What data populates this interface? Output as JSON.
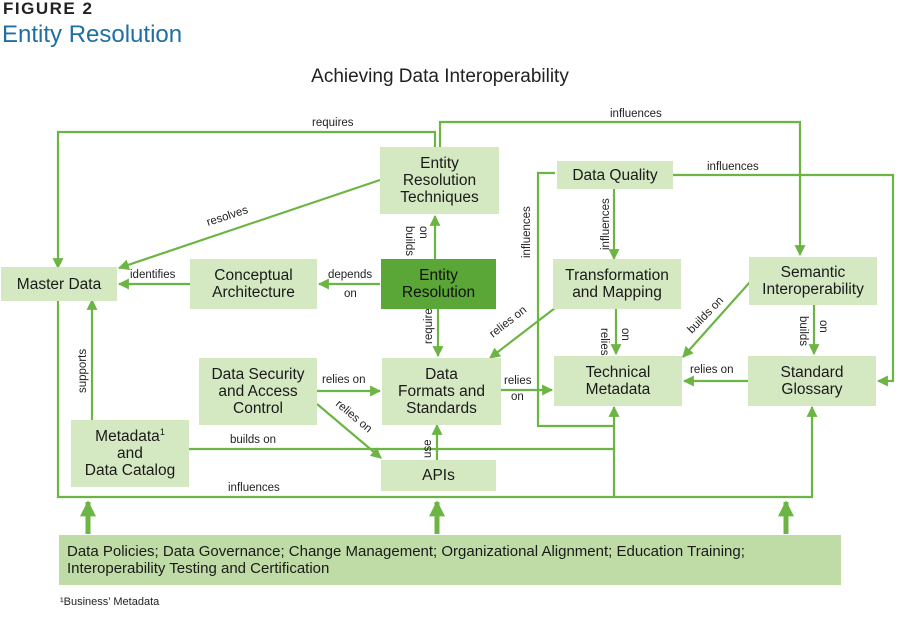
{
  "figure_label": "FIGURE 2",
  "figure_title": "Entity Resolution",
  "diagram_title": "Achieving Data Interoperability",
  "nodes": {
    "master_data": "Master Data",
    "conceptual_architecture": "Conceptual\nArchitecture",
    "entity_resolution": "Entity\nResolution",
    "entity_resolution_techniques": "Entity\nResolution\nTechniques",
    "data_quality": "Data Quality",
    "transformation_mapping": "Transformation\nand Mapping",
    "semantic_interoperability": "Semantic\nInteroperability",
    "data_security": "Data Security\nand Access\nControl",
    "data_formats": "Data\nFormats and\nStandards",
    "technical_metadata": "Technical\nMetadata",
    "standard_glossary": "Standard\nGlossary",
    "metadata_catalog_main": "Metadata",
    "metadata_catalog_sup": "1",
    "metadata_catalog_rest": "and\nData Catalog",
    "apis": "APIs",
    "foundation": "Data Policies; Data Governance; Change Management; Organizational Alignment; Education Training;\nInteroperability Testing and Certification"
  },
  "edge_labels": {
    "requires_top": "requires",
    "influences_top": "influences",
    "influences_dq_semantic": "influences",
    "resolves": "resolves",
    "identifies": "identifies",
    "depends_on_1": "depends",
    "depends_on_2": "on",
    "builds_on_er_1": "builds",
    "builds_on_er_2": "on",
    "requires_er": "requires",
    "influences_dq_vertical": "influences",
    "influences_left": "influences",
    "relies_on_tm_df": "relies on",
    "relies_on_tm_tech_1": "relies",
    "relies_on_tm_tech_2": "on",
    "builds_on_sem_tech": "builds on",
    "builds_on_sem_glos_1": "builds",
    "builds_on_sem_glos_2": "on",
    "relies_on_glos_tech": "relies on",
    "relies_on_sec_df": "relies on",
    "relies_on_sec_apis": "relies on",
    "relies_on_df_tech_1": "relies",
    "relies_on_df_tech_2": "on",
    "supports": "supports",
    "builds_on_meta": "builds on",
    "use": "use",
    "influences_bottom": "influences"
  },
  "footnote": "¹Business’ Metadata",
  "colors": {
    "line": "#6cb544",
    "box": "#d4e8c2",
    "box_dark": "#5aa637",
    "box_bottom": "#bfdca6",
    "title": "#1f6fa3"
  }
}
